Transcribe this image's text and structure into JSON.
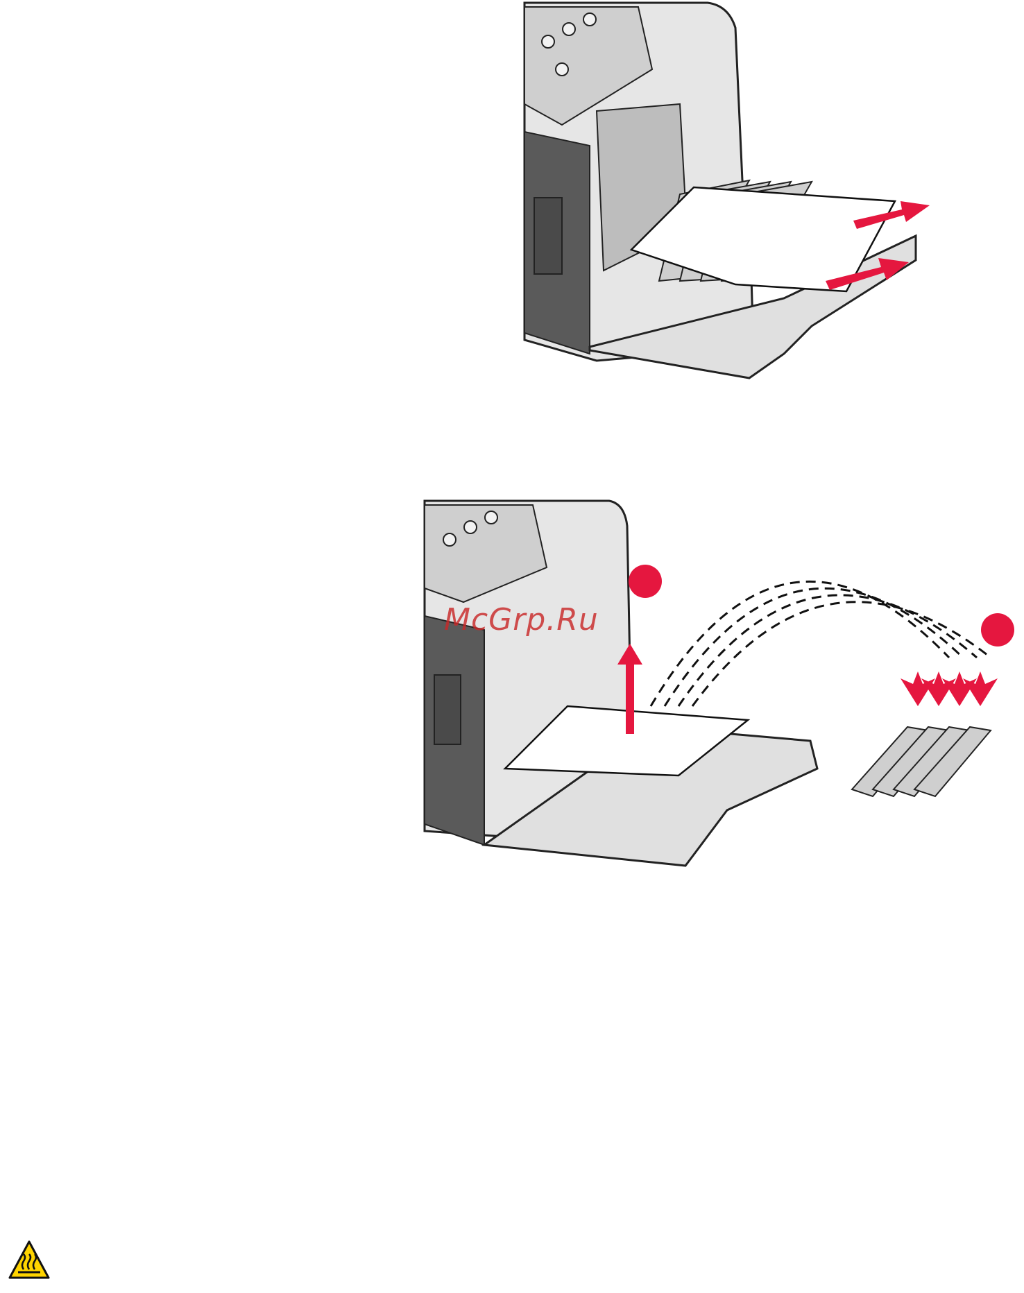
{
  "watermark": {
    "text": "McGrp.Ru",
    "color": "#c82828"
  },
  "colors": {
    "arrow_red": "#e5173f",
    "printer_dark": "#5a5a5a",
    "printer_light": "#d9d9d9",
    "warning_yellow": "#ffd400"
  },
  "figures": {
    "top": {
      "icon": "printer-paper-jam-removal-illustration"
    },
    "bottom": {
      "icon": "printer-reinstall-photoconductors-illustration",
      "step_markers": [
        "red-dot-step-1",
        "red-dot-step-2"
      ]
    }
  },
  "footer": {
    "icon": "hot-surface-warning-icon"
  }
}
